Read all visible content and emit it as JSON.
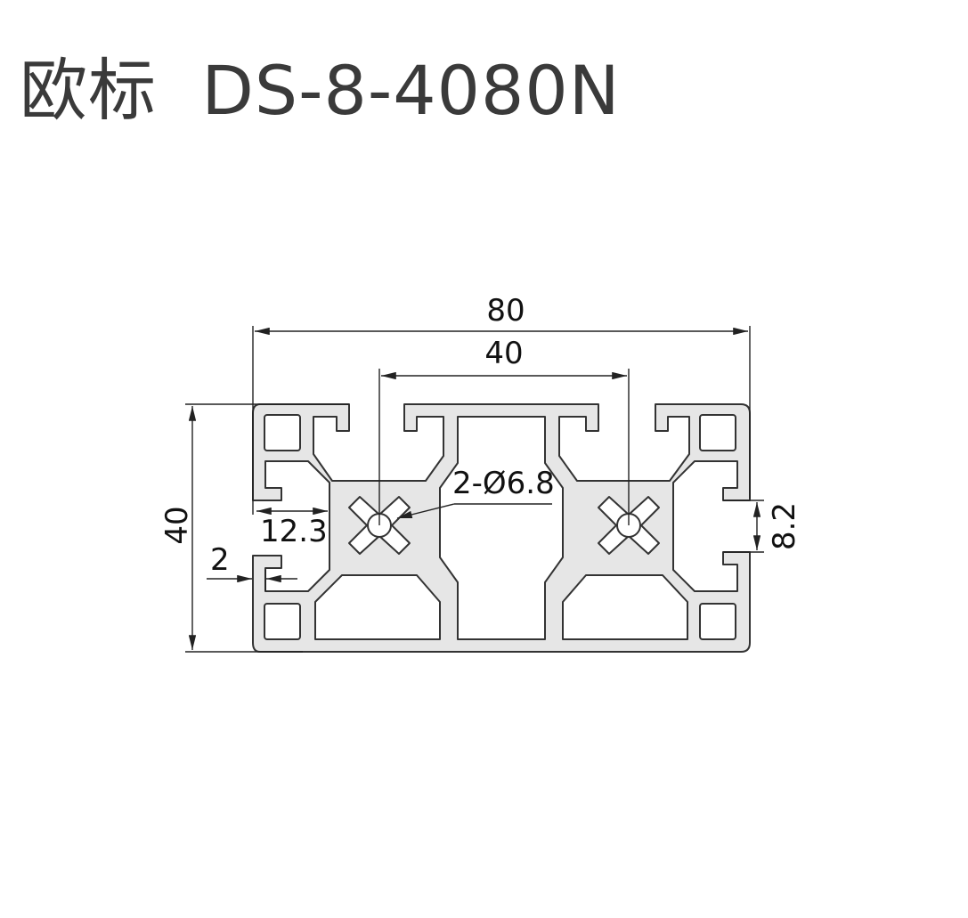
{
  "title": "欧标  DS-8-4080N",
  "dimensions": {
    "width_total": "80",
    "hole_spacing": "40",
    "height": "40",
    "hole_label": "2-Ø6.8",
    "slot_depth": "12.3",
    "wall": "2",
    "slot_width": "8.2"
  }
}
